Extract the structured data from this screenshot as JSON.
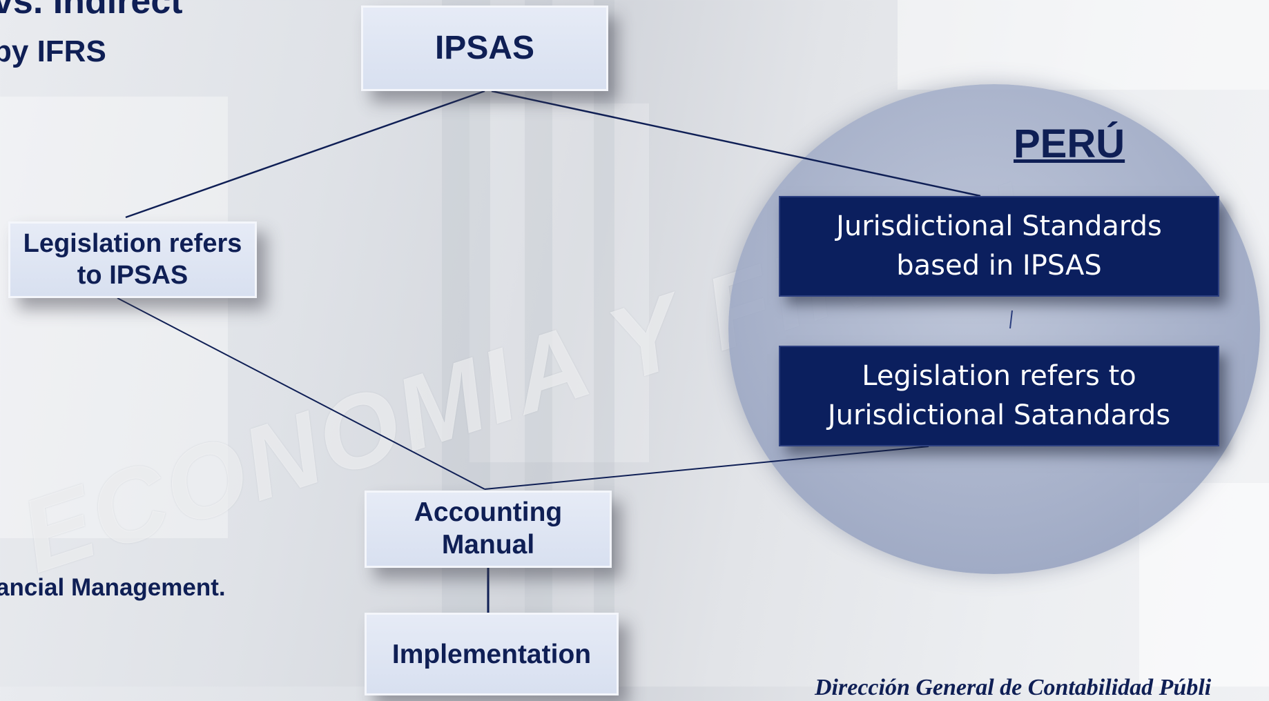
{
  "slide": {
    "title": "vs. Indirect",
    "subtitle": "by IFRS",
    "footnote": "ancial Management.",
    "footer_credit": "Dirección General de Contabilidad Públi"
  },
  "watermark": "ECONOMIA Y FINAN",
  "diagram": {
    "root": "IPSAS",
    "left_node": "Legislation refers to IPSAS",
    "manual_node": "Accounting Manual",
    "implementation_node": "Implementation",
    "peru_group": {
      "label": "PERÚ",
      "nodes": [
        "Jurisdictional Standards based in IPSAS",
        "Legislation refers to Jurisdictional Satandards"
      ]
    }
  },
  "colors": {
    "navy": "#0b1f5e",
    "text_dark": "#0f1f55",
    "light_box": "#dce3f2",
    "circle": "#a3afcc"
  }
}
